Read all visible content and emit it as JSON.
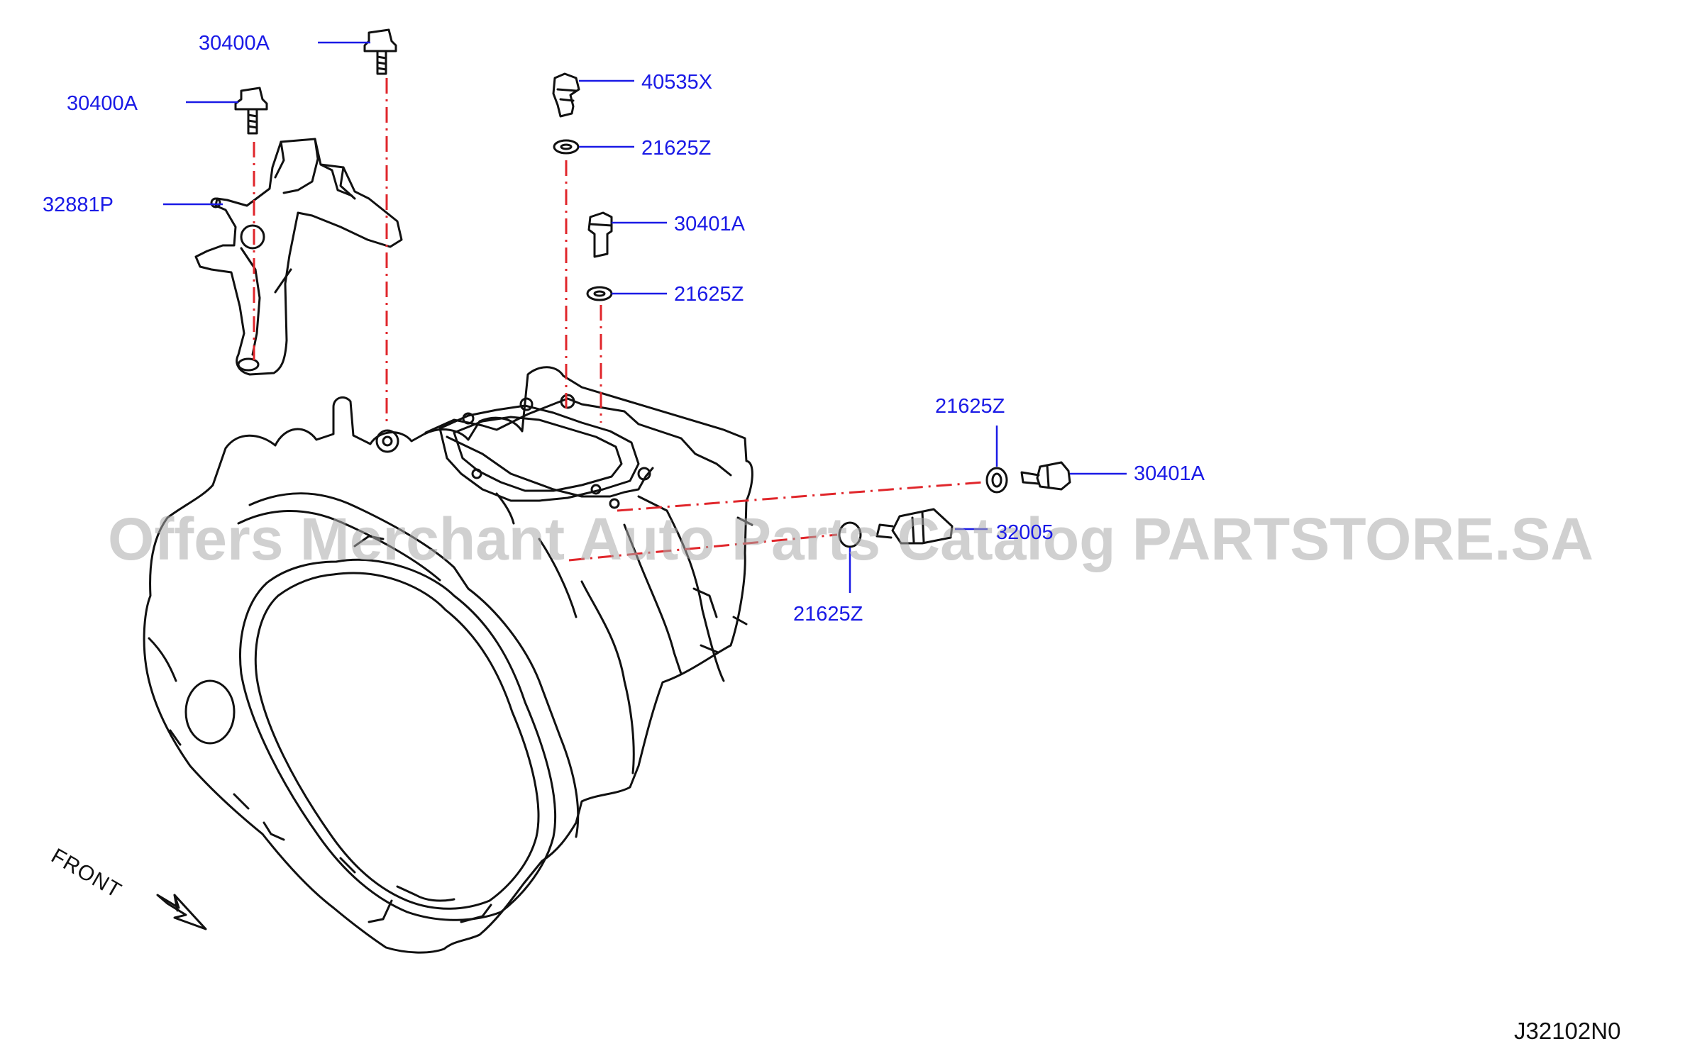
{
  "diagram": {
    "code": "J32102N0",
    "direction_label": "FRONT",
    "watermark": "Offers Merchant Auto Parts Catalog PARTSTORE.SA",
    "colors": {
      "callout": "#1a1ae6",
      "leader": "#1a1ae6",
      "dash": "#e0262b",
      "line": "#111111"
    },
    "callouts": [
      {
        "label": "30400A"
      },
      {
        "label": "30400A"
      },
      {
        "label": "32881P"
      },
      {
        "label": "40535X"
      },
      {
        "label": "21625Z"
      },
      {
        "label": "30401A"
      },
      {
        "label": "21625Z"
      },
      {
        "label": "21625Z"
      },
      {
        "label": "30401A"
      },
      {
        "label": "32005"
      },
      {
        "label": "21625Z"
      }
    ]
  }
}
